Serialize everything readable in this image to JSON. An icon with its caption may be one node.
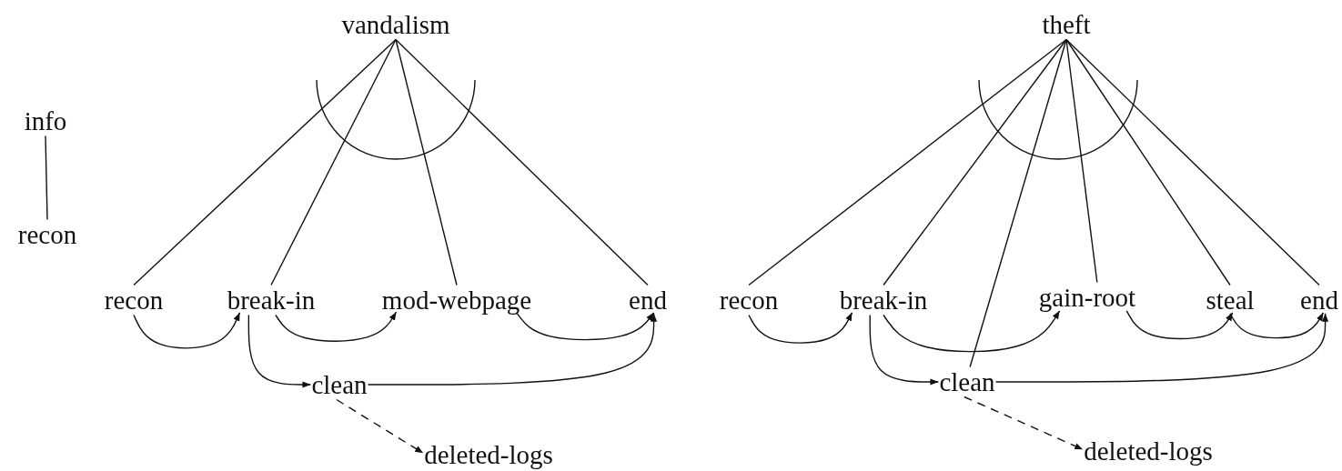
{
  "diagram": {
    "nodes": [
      {
        "text": [
          "vandalism"
        ]
      },
      {
        "text": [
          "info"
        ]
      },
      {
        "text": [
          "recon"
        ]
      },
      {
        "text": [
          "recon"
        ]
      },
      {
        "text": [
          "break-in"
        ]
      },
      {
        "text": [
          "mod-webpage"
        ]
      },
      {
        "text": [
          "end"
        ]
      },
      {
        "text": [
          "clean"
        ]
      },
      {
        "text": [
          "deleted-logs"
        ]
      },
      {
        "text": [
          "theft"
        ]
      },
      {
        "text": [
          "recon"
        ]
      },
      {
        "text": [
          "break-in"
        ]
      },
      {
        "text": [
          "gain-root"
        ]
      },
      {
        "text": [
          "steal"
        ]
      },
      {
        "text": [
          "end"
        ]
      },
      {
        "text": [
          "clean"
        ]
      },
      {
        "text": [
          "deleted-logs"
        ]
      }
    ],
    "edges": [
      {
        "from": 0,
        "to": 3,
        "arrow": "none"
      },
      {
        "from": 0,
        "to": 4,
        "arrow": "none"
      },
      {
        "from": 0,
        "to": 5,
        "arrow": "none"
      },
      {
        "from": 0,
        "to": 6,
        "arrow": "none"
      },
      {
        "from": 1,
        "to": 2,
        "arrow": "none"
      },
      {
        "from": 3,
        "to": 4,
        "arrow": "to"
      },
      {
        "from": 4,
        "to": 5,
        "arrow": "to"
      },
      {
        "from": 5,
        "to": 6,
        "arrow": "to"
      },
      {
        "from": 4,
        "to": 7,
        "arrow": "to"
      },
      {
        "from": 7,
        "to": 6,
        "arrow": "to"
      },
      {
        "from": 7,
        "to": 8,
        "arrow": "to",
        "style": "dashed"
      },
      {
        "from": 9,
        "to": 10,
        "arrow": "none"
      },
      {
        "from": 9,
        "to": 11,
        "arrow": "none"
      },
      {
        "from": 9,
        "to": 15,
        "arrow": "none"
      },
      {
        "from": 9,
        "to": 12,
        "arrow": "none"
      },
      {
        "from": 9,
        "to": 13,
        "arrow": "none"
      },
      {
        "from": 9,
        "to": 14,
        "arrow": "none"
      },
      {
        "from": 10,
        "to": 11,
        "arrow": "to"
      },
      {
        "from": 11,
        "to": 12,
        "arrow": "to"
      },
      {
        "from": 12,
        "to": 13,
        "arrow": "to"
      },
      {
        "from": 13,
        "to": 14,
        "arrow": "to"
      },
      {
        "from": 11,
        "to": 15,
        "arrow": "to"
      },
      {
        "from": 15,
        "to": 14,
        "arrow": "to"
      },
      {
        "from": 15,
        "to": 16,
        "arrow": "to",
        "style": "dashed"
      }
    ]
  }
}
